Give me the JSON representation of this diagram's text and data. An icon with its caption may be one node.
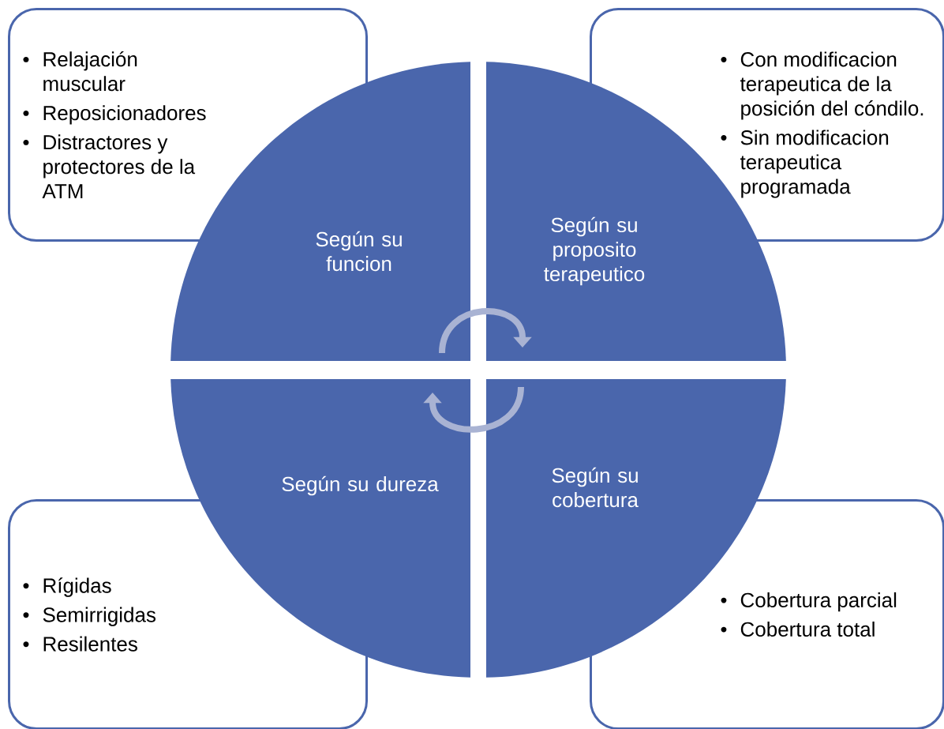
{
  "diagram": {
    "nodes": [
      {
        "text": [
          "Relajación muscular",
          "Reposicionadores",
          "Distractores y protectores de la ATM"
        ]
      },
      {
        "text": [
          "Con modificacion terapeutica de la posición del cóndilo.",
          "Sin modificacion terapeutica programada"
        ]
      },
      {
        "text": [
          "Según su funcion"
        ]
      },
      {
        "text": [
          "Según su proposito terapeutico"
        ]
      },
      {
        "text": [
          "Según su dureza"
        ]
      },
      {
        "text": [
          "Según su cobertura"
        ]
      },
      {
        "text": [
          "Rígidas",
          "Semirrigidas",
          "Resilentes"
        ]
      },
      {
        "text": [
          "Cobertura parcial",
          "Cobertura total"
        ]
      }
    ],
    "edges": [
      {
        "from": 2,
        "to": 3,
        "arrow": "to"
      },
      {
        "from": 5,
        "to": 4,
        "arrow": "to"
      }
    ]
  }
}
